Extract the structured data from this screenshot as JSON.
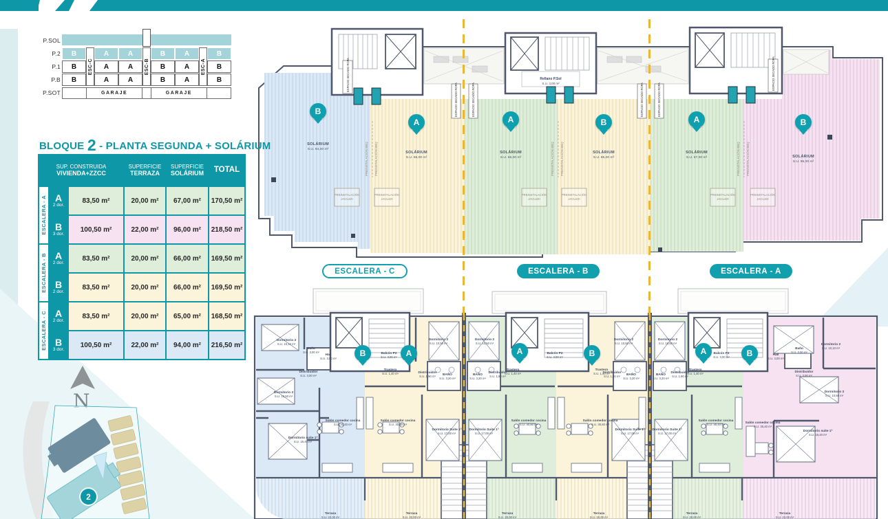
{
  "colors": {
    "accent": "#0e97a6",
    "light_teal": "#a4d4d9",
    "wall": "#4e576b",
    "dash_yellow": "#eab636",
    "zone_blue": "#dbe9f6",
    "zone_cream": "#fcf4da",
    "zone_green": "#dfeeda",
    "zone_pink": "#f6e2f1"
  },
  "stack_diagram": {
    "floors": [
      "P.SOL",
      "P.2",
      "P.1",
      "P.B",
      "P.SOT"
    ],
    "p2": [
      "B",
      "A",
      "A",
      "B",
      "A",
      "B"
    ],
    "p1": [
      "B",
      "A",
      "A",
      "B",
      "A",
      "B"
    ],
    "pb": [
      "B",
      "A",
      "A",
      "B",
      "A",
      "B"
    ],
    "escaleras": [
      "ESC-C",
      "ESC-B",
      "ESC-A"
    ],
    "garaje": "GARAJE"
  },
  "title": {
    "word": "BLOQUE",
    "number": "2",
    "rest": " - PLANTA SEGUNDA + SOLÁRIUM"
  },
  "area_table": {
    "h_built_1": "SUP. CONSTRUIDA",
    "h_built_2": "VIVIENDA+ZZCC",
    "h_terraza_1": "SUPERFICIE",
    "h_terraza_2": "TERRAZA",
    "h_solarium_1": "SUPERFICIE",
    "h_solarium_2": "SOLÁRIUM",
    "h_total": "TOTAL",
    "groups": [
      {
        "label": "ESCALERA - A",
        "rows": [
          {
            "type": "A",
            "dorm": "2 dor.",
            "built": "83,50 m²",
            "terraza": "20,00 m²",
            "solarium": "67,00 m²",
            "total": "170,50 m²"
          },
          {
            "type": "B",
            "dorm": "3 dor.",
            "built": "100,50 m²",
            "terraza": "22,00 m²",
            "solarium": "96,00 m²",
            "total": "218,50 m²"
          }
        ]
      },
      {
        "label": "ESCALERA - B",
        "rows": [
          {
            "type": "A",
            "dorm": "2 dor.",
            "built": "83,50 m²",
            "terraza": "20,00 m²",
            "solarium": "66,00 m²",
            "total": "169,50 m²"
          },
          {
            "type": "B",
            "dorm": "2 dor.",
            "built": "83,50 m²",
            "terraza": "20,00 m²",
            "solarium": "66,00 m²",
            "total": "169,50 m²"
          }
        ]
      },
      {
        "label": "ESCALERA - C",
        "rows": [
          {
            "type": "A",
            "dorm": "2 dor.",
            "built": "83,50 m²",
            "terraza": "20,00 m²",
            "solarium": "65,00 m²",
            "total": "168,50 m²"
          },
          {
            "type": "B",
            "dorm": "3 dor.",
            "built": "100,50 m²",
            "terraza": "22,00 m²",
            "solarium": "94,00 m²",
            "total": "216,50 m²"
          }
        ]
      }
    ]
  },
  "compass": {
    "label": "N"
  },
  "site_plan": {
    "badge": "2"
  },
  "solarium_plan": {
    "pins": [
      "B",
      "A",
      "A",
      "B",
      "A",
      "B"
    ],
    "zones": [
      {
        "name": "SOLÁRIUM",
        "area": "S.U. 94,00 m²"
      },
      {
        "name": "SOLÁRIUM",
        "area": "S.U. 65,00 m²"
      },
      {
        "name": "SOLÁRIUM",
        "area": "S.U. 66,00 m²"
      },
      {
        "name": "SOLÁRIUM",
        "area": "S.U. 66,00 m²"
      },
      {
        "name": "SOLÁRIUM",
        "area": "S.U. 67,00 m²"
      },
      {
        "name": "SOLÁRIUM",
        "area": "S.U. 96,00 m²"
      }
    ],
    "rellano": "Rellano P.Sol",
    "rellano_area": "S.U. 3,00 m²",
    "bbq": "PREINSTALACIÓN BBQ",
    "secado": "ESPACIO SECADO ROPA",
    "jacuzzi_1": "PREINSTALACIÓN",
    "jacuzzi_2": "JACUZZI"
  },
  "floor_plan": {
    "pills": [
      {
        "pre": "ESCALERA -",
        "letter": "C"
      },
      {
        "pre": "ESCALERA -",
        "letter": "B"
      },
      {
        "pre": "ESCALERA -",
        "letter": "A"
      }
    ],
    "pins": [
      "B",
      "A",
      "A",
      "B",
      "A",
      "B"
    ],
    "labels": [
      {
        "t": "Dormitorio 3",
        "s": "S.U. 10,10 m²"
      },
      {
        "t": "Baño",
        "s": "S.U. 3,00 m²"
      },
      {
        "t": "Hall",
        "s": "S.U. 3,00 m²"
      },
      {
        "t": "Distribuidor",
        "s": "S.U. 3,00 m²"
      },
      {
        "t": "Dormitorio 2",
        "s": "S.U. 10,50 m²"
      },
      {
        "t": "Dormitorio suite 1ª",
        "s": "S.U. 15,40 m²"
      },
      {
        "t": "Salón comedor cocina",
        "s": "S.U. 30,40 m²"
      },
      {
        "t": "Balcón P2",
        "s": "S.U. 3,00 m²"
      },
      {
        "t": "Trastero",
        "s": "S.U. 1,40 m²"
      },
      {
        "t": "Dormitorio 2",
        "s": "S.U. 10,50 m²"
      },
      {
        "t": "Distribuidor",
        "s": "S.U. 1,90 m²"
      },
      {
        "t": "BAÑO",
        "s": "S.U. 3,20 m²"
      },
      {
        "t": "Salón comedor cocina",
        "s": "S.U. 30,80 m²"
      },
      {
        "t": "Dormitorio Suite 1ª",
        "s": "S.U. 17,00 m²"
      },
      {
        "t": "Dormitorio Suite 1ª",
        "s": "S.U. 17,00 m²"
      },
      {
        "t": "Dormitorio 2",
        "s": "S.U. 10,50 m²"
      },
      {
        "t": "BAÑO",
        "s": "S.U. 3,20 m²"
      },
      {
        "t": "Distribuidor",
        "s": "S.U. 1,90 m²"
      },
      {
        "t": "Trastero",
        "s": "S.U. 1,40 m²"
      },
      {
        "t": "Salón comedor cocina",
        "s": "S.U. 30,80 m²"
      },
      {
        "t": "Balcón P2",
        "s": "S.U. 3,00 m²"
      },
      {
        "t": "Trastero",
        "s": "S.U. 1,40 m²"
      },
      {
        "t": "Dormitorio 2",
        "s": "S.U. 10,50 m²"
      },
      {
        "t": "Distribuidor",
        "s": "S.U. 1,90 m²"
      },
      {
        "t": "BAÑO",
        "s": "S.U. 3,20 m²"
      },
      {
        "t": "Salón comedor cocina",
        "s": "S.U. 30,80 m²"
      },
      {
        "t": "Dormitorio Suite 1ª",
        "s": "S.U. 17,00 m²"
      },
      {
        "t": "Dormitorio Suite 1ª",
        "s": "S.U. 17,00 m²"
      },
      {
        "t": "Dormitorio 2",
        "s": "S.U. 10,50 m²"
      },
      {
        "t": "BAÑO",
        "s": "S.U. 3,20 m²"
      },
      {
        "t": "Distribuidor",
        "s": "S.U. 1,90 m²"
      },
      {
        "t": "Trastero",
        "s": "S.U. 1,40 m²"
      },
      {
        "t": "Salón comedor cocina",
        "s": "S.U. 30,40 m²"
      },
      {
        "t": "Balcón P2",
        "s": "S.U. 3,00 m²"
      },
      {
        "t": "Hall",
        "s": "S.U. 3,00 m²"
      },
      {
        "t": "Baño",
        "s": "S.U. 3,00 m²"
      },
      {
        "t": "Dormitorio 2",
        "s": "S.U. 10,10 m²"
      },
      {
        "t": "Distribuidor",
        "s": "S.U. 3,00 m²"
      },
      {
        "t": "Dormitorio 3",
        "s": "S.U. 10,50 m²"
      },
      {
        "t": "Dormitorio suite 1ª",
        "s": "S.U. 15,40 m²"
      },
      {
        "t": "Salón comedor cocina",
        "s": "S.U. 30,40 m²"
      },
      {
        "t": "Terraza",
        "s": "S.U. 22,00 m²"
      },
      {
        "t": "Terraza",
        "s": "S.U. 20,00 m²"
      },
      {
        "t": "Terraza",
        "s": "S.U. 20,00 m²"
      },
      {
        "t": "Terraza",
        "s": "S.U. 20,00 m²"
      },
      {
        "t": "Terraza",
        "s": "S.U. 20,00 m²"
      },
      {
        "t": "Terraza",
        "s": "S.U. 22,00 m²"
      }
    ]
  }
}
